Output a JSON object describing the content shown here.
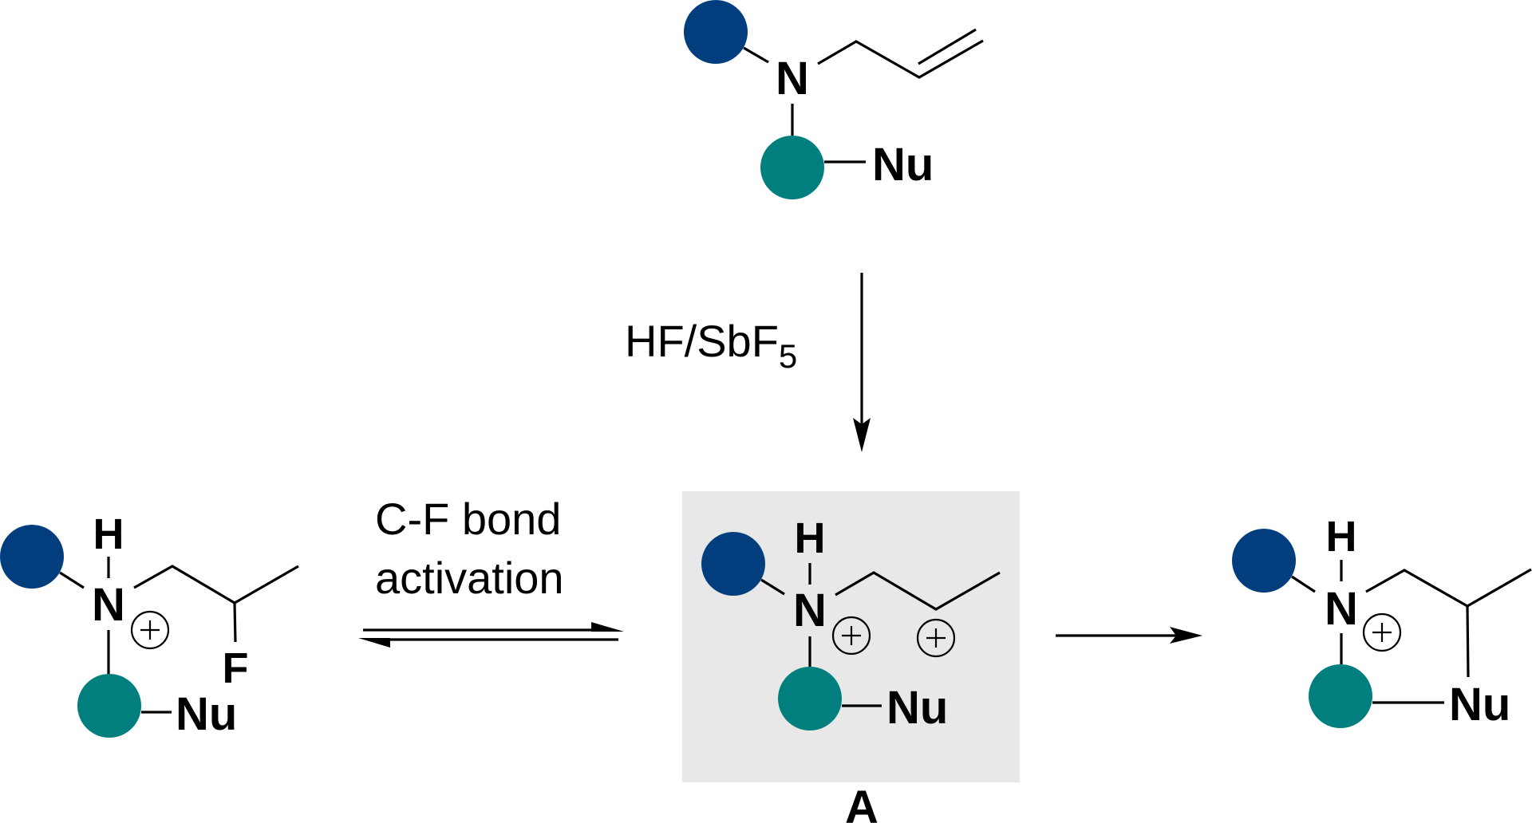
{
  "colors": {
    "blue_group": "#023E7D",
    "teal_group": "#007F7E",
    "highlight_box": "#E8E8E8",
    "ink": "#000000"
  },
  "starting_material": {
    "nitrogen": "N",
    "nucleophile": "Nu",
    "substituent": "allyl"
  },
  "reagent": {
    "main": "HF/SbF",
    "subscript": "5"
  },
  "fluorinated_intermediate": {
    "hydrogen": "H",
    "nitrogen": "N",
    "fluorine": "F",
    "nucleophile": "Nu",
    "charge": "+"
  },
  "equilibrium_label": {
    "line1": "C-F bond",
    "line2": "activation"
  },
  "dication_A": {
    "hydrogen": "H",
    "nitrogen": "N",
    "nucleophile": "Nu",
    "charges": [
      "+",
      "+"
    ],
    "label": "A"
  },
  "product": {
    "hydrogen": "H",
    "nitrogen": "N",
    "nucleophile": "Nu",
    "charge": "+"
  }
}
